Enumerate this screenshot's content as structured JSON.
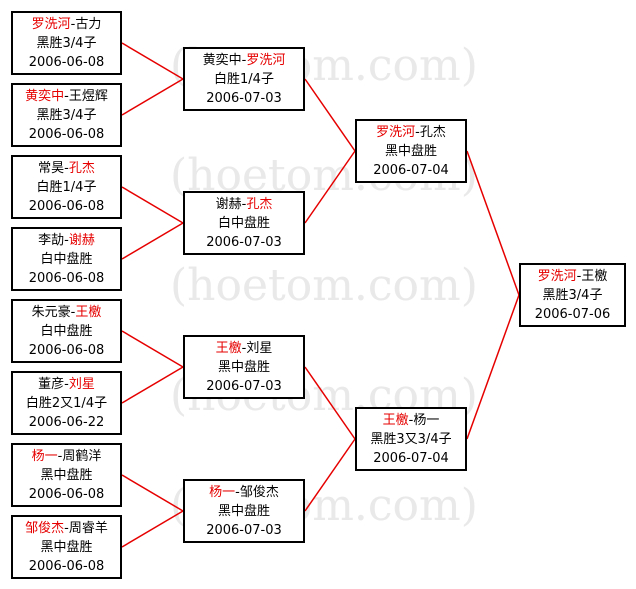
{
  "watermark": "(hoetom.com)",
  "colors": {
    "winner": "#e60000",
    "line": "#e60000",
    "border": "#000000"
  },
  "round1": [
    {
      "p1": "罗洗河",
      "p2": "古力",
      "winner": 1,
      "result": "黑胜3/4子",
      "date": "2006-06-08"
    },
    {
      "p1": "黄奕中",
      "p2": "王煜辉",
      "winner": 1,
      "result": "黑胜3/4子",
      "date": "2006-06-08"
    },
    {
      "p1": "常昊",
      "p2": "孔杰",
      "winner": 2,
      "result": "白胜1/4子",
      "date": "2006-06-08"
    },
    {
      "p1": "李劼",
      "p2": "谢赫",
      "winner": 2,
      "result": "白中盘胜",
      "date": "2006-06-08"
    },
    {
      "p1": "朱元豪",
      "p2": "王檄",
      "winner": 2,
      "result": "白中盘胜",
      "date": "2006-06-08"
    },
    {
      "p1": "董彦",
      "p2": "刘星",
      "winner": 2,
      "result": "白胜2又1/4子",
      "date": "2006-06-22"
    },
    {
      "p1": "杨一",
      "p2": "周鹤洋",
      "winner": 1,
      "result": "黑中盘胜",
      "date": "2006-06-08"
    },
    {
      "p1": "邹俊杰",
      "p2": "周睿羊",
      "winner": 1,
      "result": "黑中盘胜",
      "date": "2006-06-08"
    }
  ],
  "round2": [
    {
      "p1": "黄奕中",
      "p2": "罗洗河",
      "winner": 2,
      "result": "白胜1/4子",
      "date": "2006-07-03"
    },
    {
      "p1": "谢赫",
      "p2": "孔杰",
      "winner": 2,
      "result": "白中盘胜",
      "date": "2006-07-03"
    },
    {
      "p1": "王檄",
      "p2": "刘星",
      "winner": 1,
      "result": "黑中盘胜",
      "date": "2006-07-03"
    },
    {
      "p1": "杨一",
      "p2": "邹俊杰",
      "winner": 1,
      "result": "黑中盘胜",
      "date": "2006-07-03"
    }
  ],
  "round3": [
    {
      "p1": "罗洗河",
      "p2": "孔杰",
      "winner": 1,
      "result": "黑中盘胜",
      "date": "2006-07-04"
    },
    {
      "p1": "王檄",
      "p2": "杨一",
      "winner": 1,
      "result": "黑胜3又3/4子",
      "date": "2006-07-04"
    }
  ],
  "final": [
    {
      "p1": "罗洗河",
      "p2": "王檄",
      "winner": 1,
      "result": "黑胜3/4子",
      "date": "2006-07-06"
    }
  ]
}
